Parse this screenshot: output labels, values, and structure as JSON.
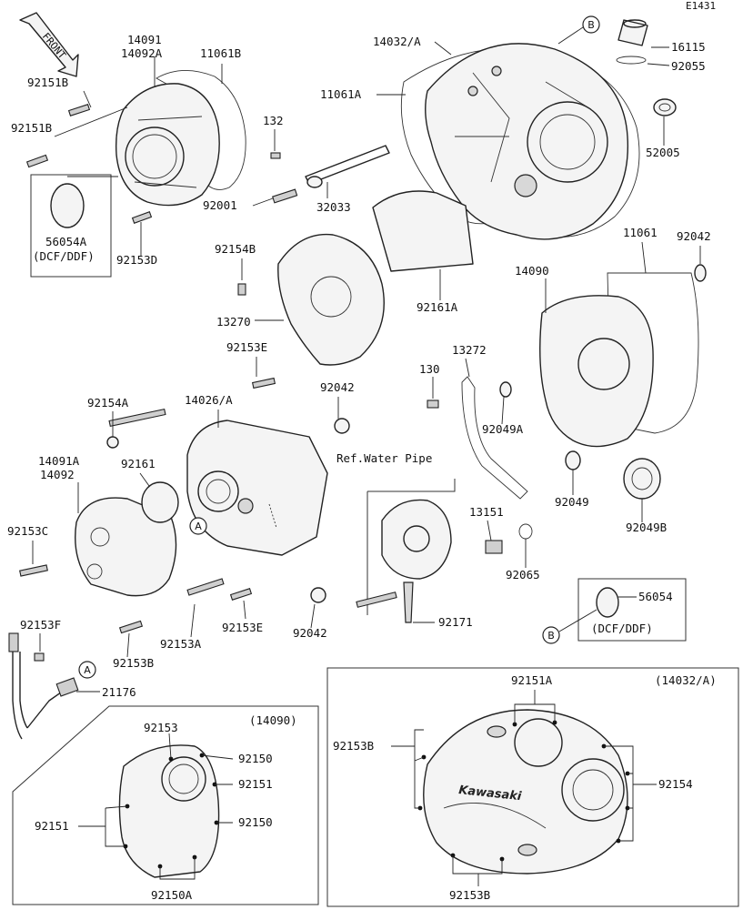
{
  "diagram_code": "E1431",
  "front_arrow": "FRONT",
  "brand_logo": "Kawasaki",
  "callouts": {
    "A": "A",
    "B": "B"
  },
  "parts": {
    "p14091_14092A": [
      "14091",
      "14092A"
    ],
    "p11061B": "11061B",
    "p14032A": "14032/A",
    "p16115": "16115",
    "p92055": "92055",
    "p92151B_a": "92151B",
    "p11061A": "11061A",
    "p132": "132",
    "p52005": "52005",
    "p92151B_b": "92151B",
    "p92001": "92001",
    "p32033": "32033",
    "p56054A": [
      "56054A",
      "(DCF/DDF)"
    ],
    "p92153D": "92153D",
    "p92154B": "92154B",
    "p92161A": "92161A",
    "p11061": "11061",
    "p92042_a": "92042",
    "p14090": "14090",
    "p13270": "13270",
    "p13272": "13272",
    "p92153E_a": "92153E",
    "p130": "130",
    "p92154A": "92154A",
    "p14026A": "14026/A",
    "p92042_b": "92042",
    "p92049A": "92049A",
    "p14091A_14092": [
      "14091A",
      "14092"
    ],
    "p92161": "92161",
    "ref_water_pipe": "Ref.Water Pipe",
    "p92049": "92049",
    "p92049B": "92049B",
    "p92153C": "92153C",
    "p13151": "13151",
    "p92065": "92065",
    "p56054": "56054",
    "p56054_dcf": "(DCF/DDF)",
    "p92153F": "92153F",
    "p92153E_b": "92153E",
    "p92153A": "92153A",
    "p92042_c": "92042",
    "p92171": "92171",
    "p92153B_a": "92153B",
    "p21176": "21176"
  },
  "inset_14090": {
    "title": "(14090)",
    "labels": {
      "p92153": "92153",
      "p92150_a": "92150",
      "p92151_a": "92151",
      "p92151_b": "92151",
      "p92150_b": "92150",
      "p92150A": "92150A"
    }
  },
  "inset_14032A": {
    "title": "(14032/A)",
    "labels": {
      "p92151A": "92151A",
      "p92153B_b": "92153B",
      "p92154": "92154",
      "p92153B_c": "92153B"
    }
  }
}
